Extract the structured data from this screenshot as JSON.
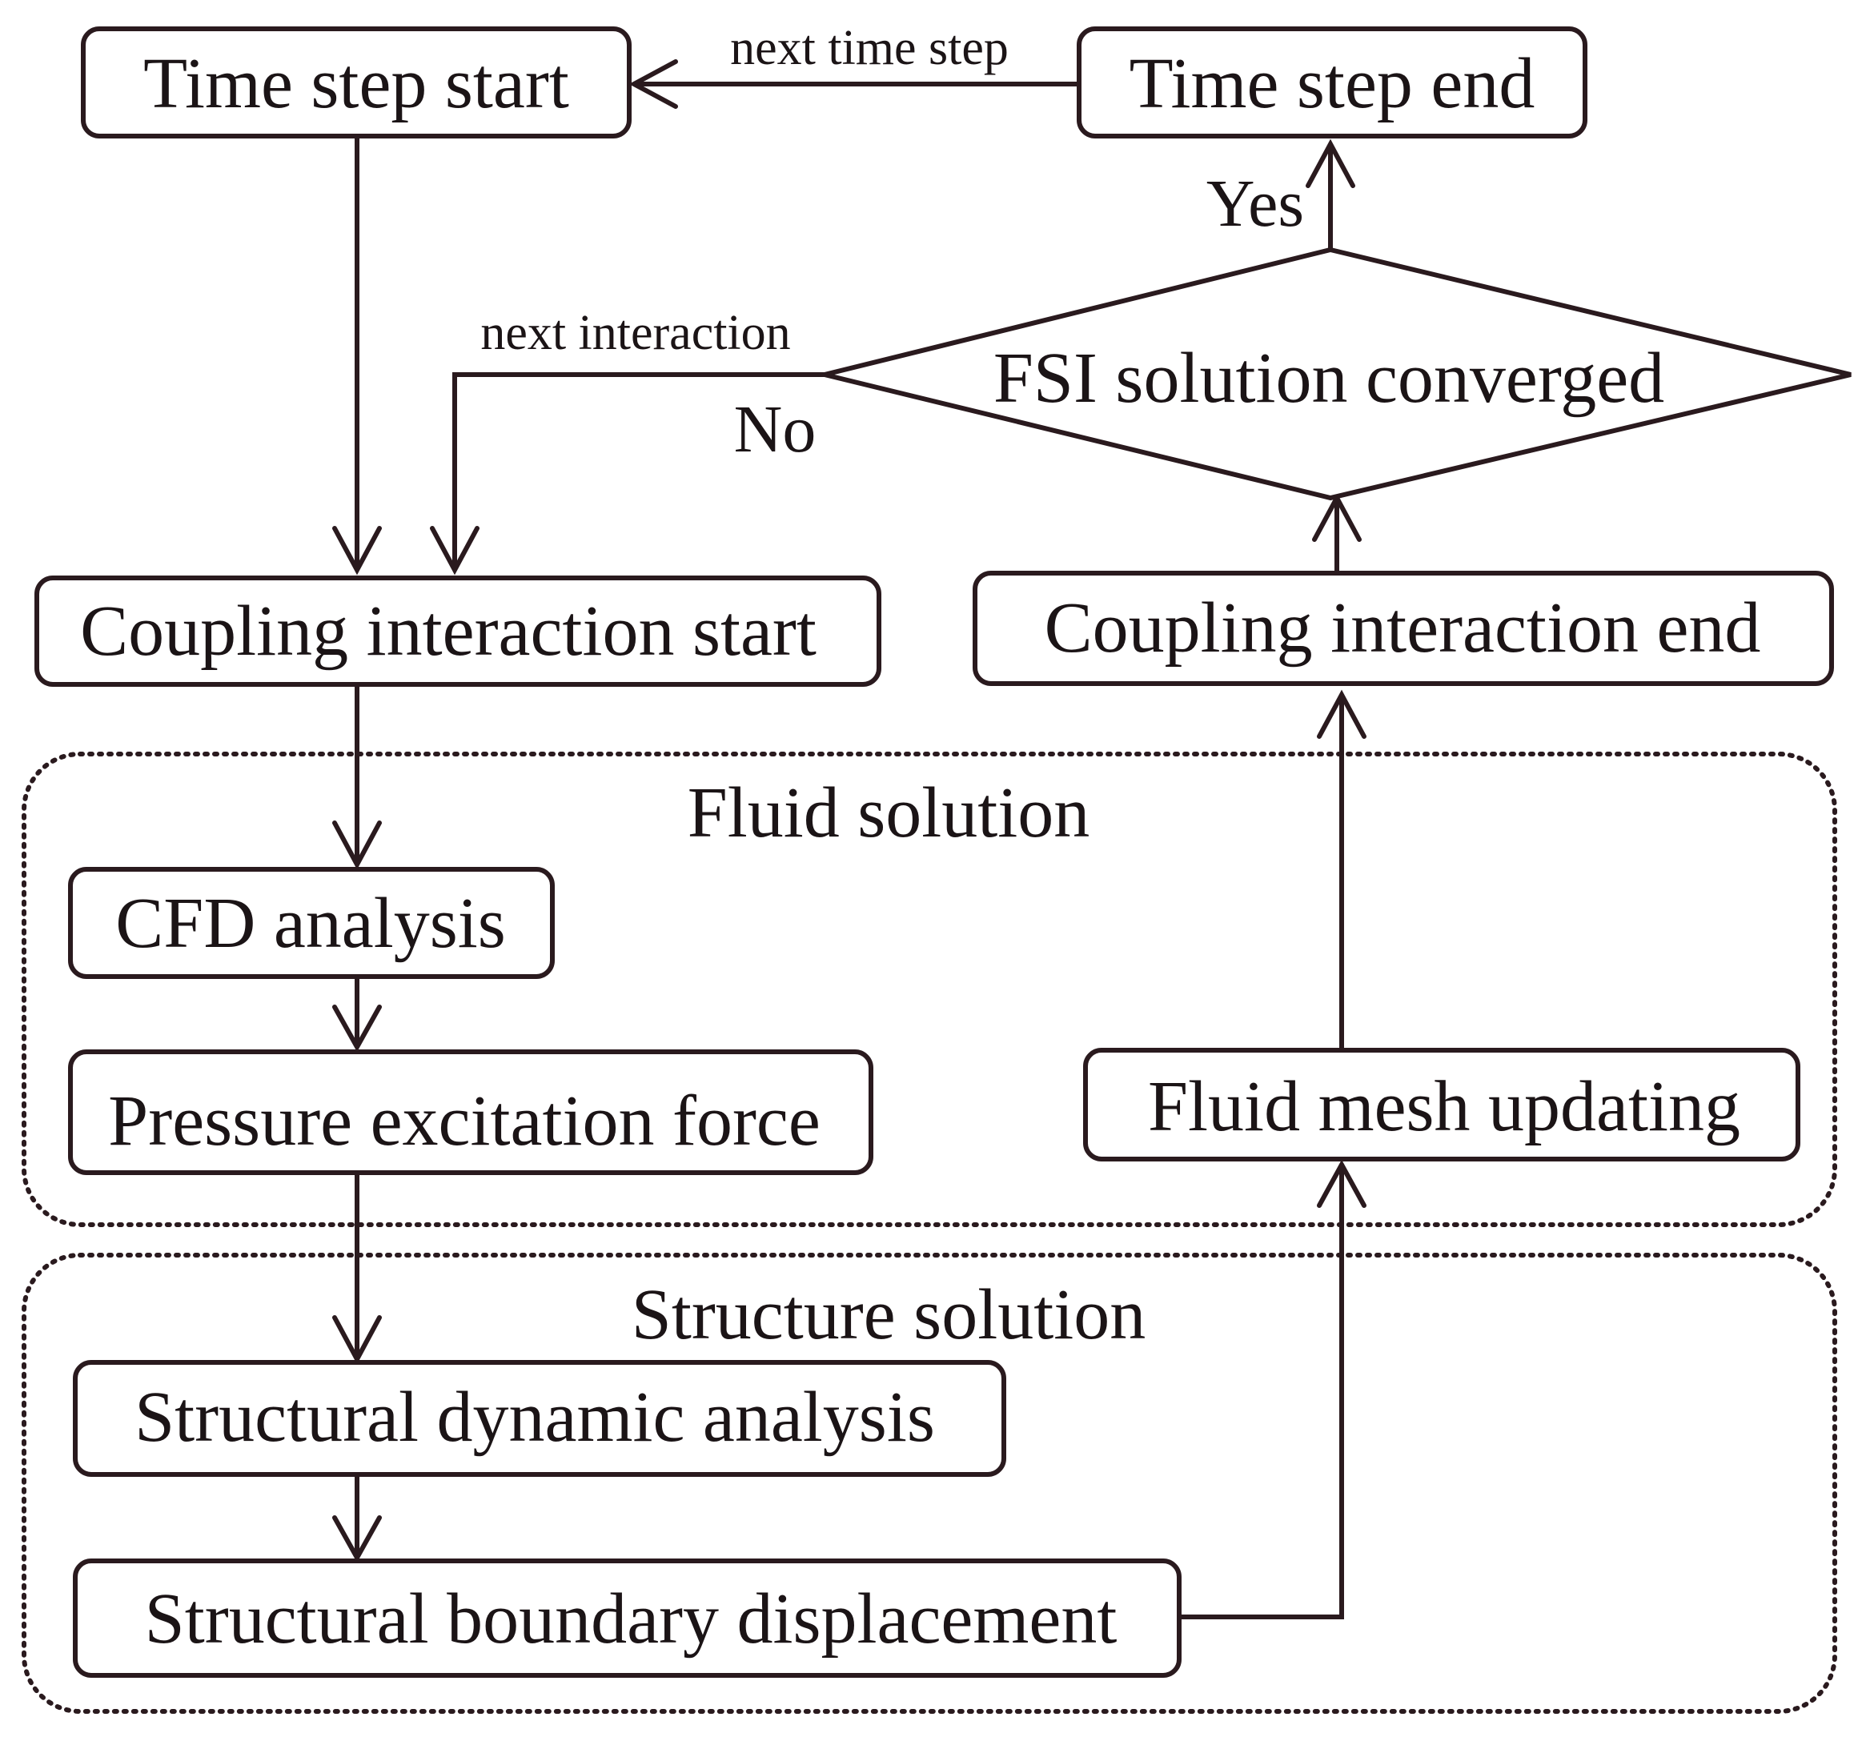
{
  "nodes": {
    "time_step_start": "Time step start",
    "time_step_end": "Time step end",
    "fsi_converged": "FSI solution converged",
    "coupling_start": "Coupling interaction start",
    "coupling_end": "Coupling interaction end",
    "cfd_analysis": "CFD analysis",
    "pressure_force": "Pressure excitation force",
    "fluid_mesh": "Fluid mesh updating",
    "structural_dynamic": "Structural dynamic analysis",
    "structural_boundary": "Structural boundary displacement"
  },
  "groups": {
    "fluid": "Fluid solution",
    "structure": "Structure solution"
  },
  "edge_labels": {
    "next_time_step": "next time step",
    "next_interaction": "next interaction",
    "yes": "Yes",
    "no": "No"
  },
  "colors": {
    "stroke": "#2a1a1e",
    "background": "#ffffff"
  }
}
